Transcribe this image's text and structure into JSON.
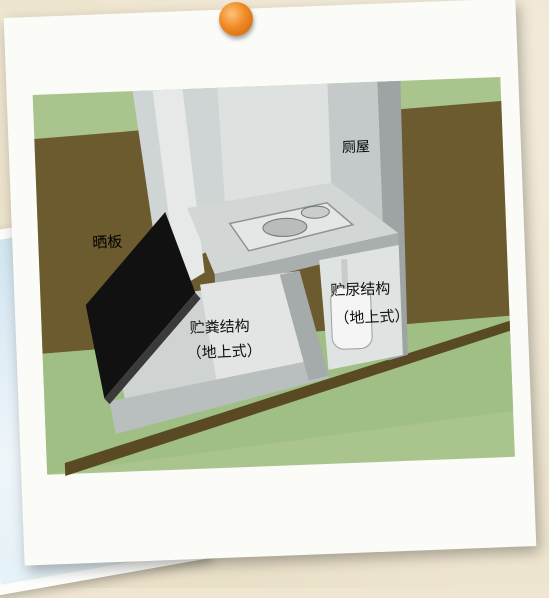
{
  "labels": {
    "drying_board": "晒板",
    "toilet_room": "厕屋",
    "feces_storage": "贮粪结构",
    "feces_storage_type": "（地上式）",
    "urine_storage": "贮尿结构",
    "urine_storage_type": "（地上式）"
  },
  "colors": {
    "ground": "#6b5a30",
    "grass": "#a8c98a",
    "structure": "#d8dcdc",
    "drying_board": "#111111",
    "pin": "#f08a24"
  }
}
